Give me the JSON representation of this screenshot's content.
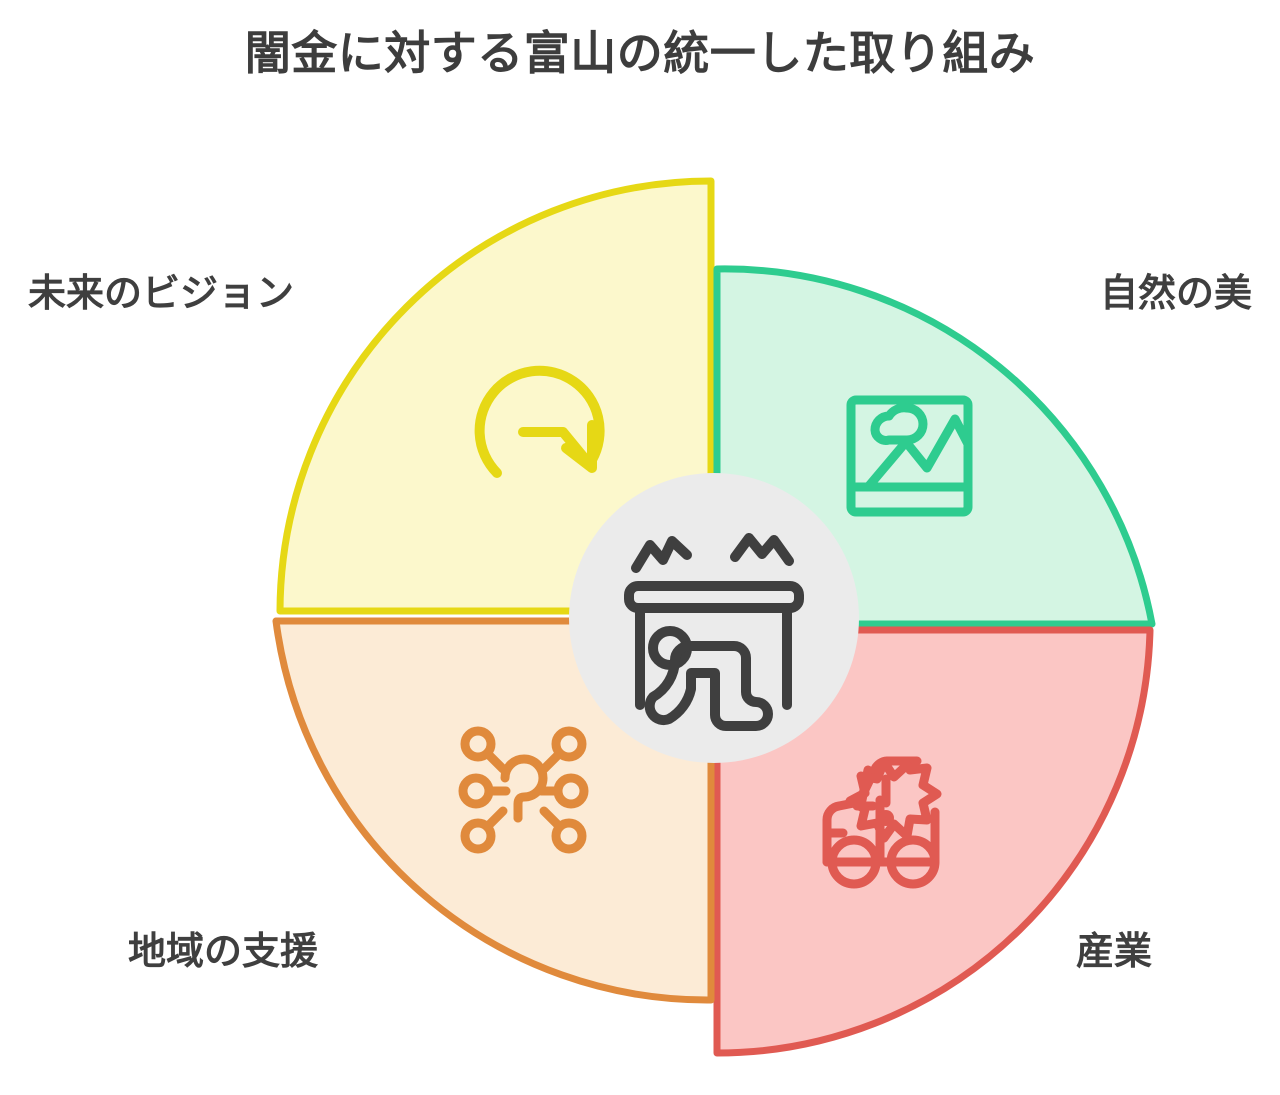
{
  "title": "闇金に対する富山の統一した取り組み",
  "center": {
    "icon_name": "person-under-table-earthquake-icon",
    "circle_fill": "#ebebeb",
    "icon_color": "#3f3f3f"
  },
  "quadrants": [
    {
      "id": "top-left",
      "label": "未来のビジョン",
      "icon_name": "clock-rotate-arrow-icon",
      "fill": "#fcf8cc",
      "stroke": "#e6d815"
    },
    {
      "id": "top-right",
      "label": "自然の美",
      "icon_name": "landscape-image-icon",
      "fill": "#d4f5e3",
      "stroke": "#2ecc8f"
    },
    {
      "id": "bottom-right",
      "label": "産業",
      "icon_name": "car-accident-icon",
      "fill": "#fbc6c4",
      "stroke": "#e05a52"
    },
    {
      "id": "bottom-left",
      "label": "地域の支援",
      "icon_name": "question-mark-magnifiers-icon",
      "fill": "#fcebd6",
      "stroke": "#e08a3c"
    }
  ],
  "colors": {
    "background": "#ffffff",
    "text": "#3d3d3d"
  }
}
